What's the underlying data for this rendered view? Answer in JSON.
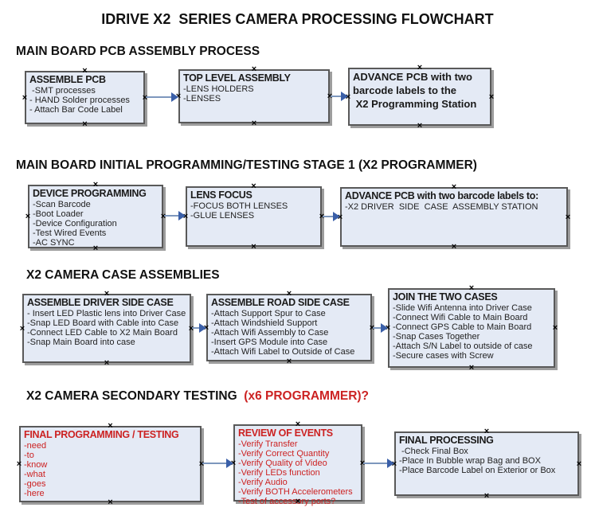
{
  "page_title": "IDRIVE X2  SERIES CAMERA PROCESSING FLOWCHART",
  "glyphs": {
    "anchor": "×"
  },
  "colors": {
    "box_fill": "#e4eaf5",
    "box_border": "#595959",
    "box_shadow": "#9d9d9d",
    "red_text": "#cc2222",
    "arrow_line": "#7d97bd",
    "arrow_head": "#3a5fa8",
    "text": "#1a1a1a"
  },
  "sections": [
    {
      "heading": "MAIN BOARD PCB ASSEMBLY PROCESS"
    },
    {
      "heading": "MAIN BOARD INITIAL PROGRAMMING/TESTING STAGE 1 (X2 PROGRAMMER)"
    },
    {
      "heading": "X2 CAMERA CASE ASSEMBLIES"
    },
    {
      "heading": "X2 CAMERA SECONDARY TESTING  ",
      "heading_suffix": "(x6 PROGRAMMER)?"
    }
  ],
  "boxes": {
    "a1": {
      "title": "ASSEMBLE PCB",
      "items": [
        " -SMT processes",
        "- HAND Solder processes",
        "- Attach Bar Code Label"
      ]
    },
    "a2": {
      "title": "TOP LEVEL ASSEMBLY",
      "items": [
        "-LENS HOLDERS",
        "-LENSES"
      ]
    },
    "a3": {
      "title_lines": [
        "ADVANCE PCB with two",
        "barcode labels to the",
        " X2 Programming Station"
      ]
    },
    "b1": {
      "title": "DEVICE PROGRAMMING",
      "items": [
        "-Scan Barcode",
        "-Boot Loader",
        "-Device Configuration",
        "-Test Wired Events",
        "-AC SYNC"
      ]
    },
    "b2": {
      "title": "LENS FOCUS",
      "items": [
        "-FOCUS BOTH LENSES",
        "-GLUE LENSES"
      ]
    },
    "b3": {
      "title": "ADVANCE PCB with two barcode labels to:",
      "items": [
        "-X2 DRIVER  SIDE  CASE  ASSEMBLY STATION"
      ]
    },
    "c1": {
      "title": "ASSEMBLE DRIVER SIDE CASE",
      "items": [
        "- Insert LED Plastic lens into Driver Case",
        "-Snap LED Board with Cable into Case",
        "-Connect LED Cable to X2 Main Board",
        "-Snap Main Board into case"
      ]
    },
    "c2": {
      "title": "ASSEMBLE ROAD SIDE CASE",
      "items": [
        "-Attach Support Spur to Case",
        "-Attach Windshield Support",
        "-Attach Wifi Assembly to Case",
        "-Insert GPS Module into Case",
        "-Attach Wifi Label to Outside of Case"
      ]
    },
    "c3": {
      "title": "JOIN THE TWO CASES",
      "items": [
        "-Slide Wifi Antenna into Driver Case",
        "-Connect Wifi Cable to Main Board",
        "-Connect GPS Cable to Main Board",
        "-Snap Cases Together",
        "-Attach S/N Label to outside of case",
        "-Secure cases with Screw"
      ]
    },
    "d1": {
      "title": "FINAL PROGRAMMING / TESTING",
      "items": [
        "-need",
        "-to",
        "-know",
        "-what",
        "-goes",
        "-here"
      ]
    },
    "d2": {
      "title": "REVIEW OF EVENTS",
      "items": [
        "-Verify Transfer",
        "-Verify Correct Quantity",
        "-Verify Quality of Video",
        "-Verify LEDs function",
        "-Verify Audio",
        "-Verify BOTH Accelerometers",
        "-Test of accessory ports?"
      ]
    },
    "d3": {
      "title": "FINAL PROCESSING",
      "items": [
        " -Check Final Box",
        "-Place In Bubble wrap Bag and BOX",
        "-Place Barcode Label on Exterior or Box"
      ]
    }
  }
}
